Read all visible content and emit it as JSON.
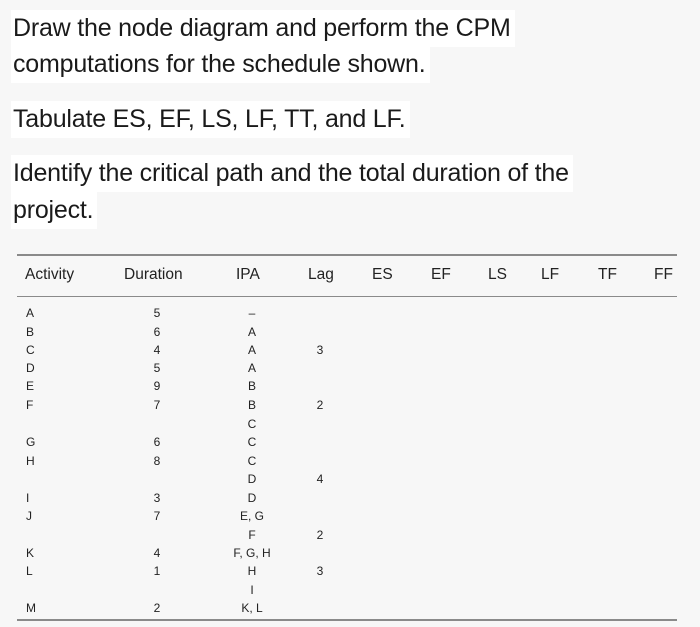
{
  "question": {
    "line1": "Draw the node diagram and perform the CPM",
    "line2": "computations for the schedule shown.",
    "line3": "Tabulate ES, EF, LS, LF, TT, and LF.",
    "line4": "Identify the critical path and the total duration of the",
    "line5": "project."
  },
  "table": {
    "headers": [
      "Activity",
      "Duration",
      "IPA",
      "Lag",
      "ES",
      "EF",
      "LS",
      "LF",
      "TF",
      "FF"
    ],
    "activities": [
      "A",
      "B",
      "C",
      "D",
      "E",
      "F",
      "G",
      "H",
      "I",
      "J",
      "K",
      "L",
      "M"
    ],
    "durations": [
      "5",
      "6",
      "4",
      "5",
      "9",
      "7",
      "6",
      "8",
      "3",
      "7",
      "4",
      "1",
      "2"
    ],
    "ipa": [
      "–",
      "A",
      "A",
      "A",
      "B",
      "B",
      "C",
      "C",
      "C",
      "D",
      "D",
      "E, G",
      "F",
      "F, G, H",
      "H",
      "I",
      "K, L"
    ],
    "lags": [
      "3",
      "2",
      "4",
      "2",
      "3"
    ]
  }
}
